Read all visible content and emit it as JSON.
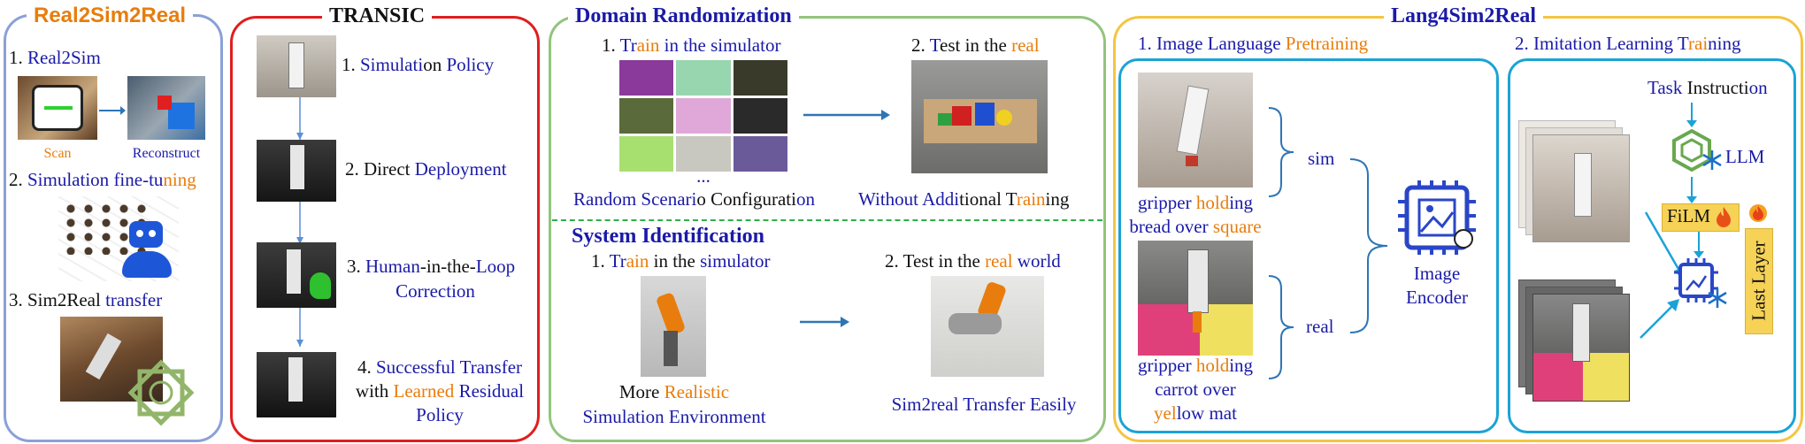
{
  "colors": {
    "blue": "#1a1aa8",
    "orange": "#e87d0d",
    "red": "#e01e1e",
    "green": "#92c47d",
    "gold": "#f4c542",
    "cyan": "#1aa3d6",
    "periwinkle": "#8aa0d8"
  },
  "p1": {
    "title": "Real2Sim2Real",
    "s1_num": "1. ",
    "s1_label": "Real2Sim",
    "scan": "Scan",
    "reconstruct": "Reconstruct",
    "s2_num": "2. ",
    "s2_a": "Simulation",
    "s2_b": " fine-tu",
    "s2_c": "ning",
    "s3_a": "3. Sim2Real ",
    "s3_b": "transfer"
  },
  "p2": {
    "title": "TRANSIC",
    "s1_a": "1. ",
    "s1_b": "Simulati",
    "s1_c": "on",
    "s1_d": " Policy",
    "s2_a": "2. Direct ",
    "s2_b": "Deployment",
    "s3_a": "3. ",
    "s3_b": "Human",
    "s3_c": "-in-the-",
    "s3_d": "Loop",
    "s3_e": "Correction",
    "s4_a": "4. ",
    "s4_b": "Successful Transfer",
    "s4_c": "with ",
    "s4_d": "Learned",
    "s4_e": " Residual",
    "s4_f": "Policy"
  },
  "p3": {
    "title": "Domain Randomization",
    "train_a": "1. ",
    "train_b": "Tr",
    "train_c": "ain",
    "train_d": " in the simulator",
    "test_a": "2. ",
    "test_b": "T",
    "test_c": "est in the ",
    "test_d": "real",
    "ellipsis": "...",
    "random_a": "Random Scenari",
    "random_b": "o Configurati",
    "random_c": "on",
    "without_a": "Without Addi",
    "without_b": "tional T",
    "without_c": "rain",
    "without_d": "ing",
    "sysid_title": "System Identification",
    "sysid_train_a": "1. ",
    "sysid_train_b": "Tr",
    "sysid_train_c": "ain",
    "sysid_train_d": " in the ",
    "sysid_train_e": "simulator",
    "sysid_test_a": "2. Test in the ",
    "sysid_test_b": "real",
    "sysid_test_c": " world",
    "more_a": "More ",
    "more_b": "Realistic",
    "more_c": "Simulati",
    "more_d": "on Environment",
    "sim2real": "Sim2real Transfer Easily"
  },
  "p4": {
    "title": "Lang4Sim2Real",
    "pre_a": "1. Image Language ",
    "pre_b": "Pretraining",
    "il_a": "2. Imitation Learning T",
    "il_b": "rai",
    "il_c": "ning",
    "sim": "sim",
    "real": "real",
    "g1_a": "gripper ",
    "g1_b": "hold",
    "g1_c": "ing",
    "g1_d": "bread over ",
    "g1_e": "square",
    "g2_a": "gripper ",
    "g2_b": "hold",
    "g2_c": "ing",
    "g2_d": "carrot over",
    "g2_e": "yel",
    "g2_f": "low mat",
    "encoder_a": "Image",
    "encoder_b": "Encoder",
    "task_a": "Task",
    "task_b": " Instructi",
    "task_c": "on",
    "llm": "LLM",
    "film": "FiLM",
    "last_layer": "Last Layer"
  }
}
